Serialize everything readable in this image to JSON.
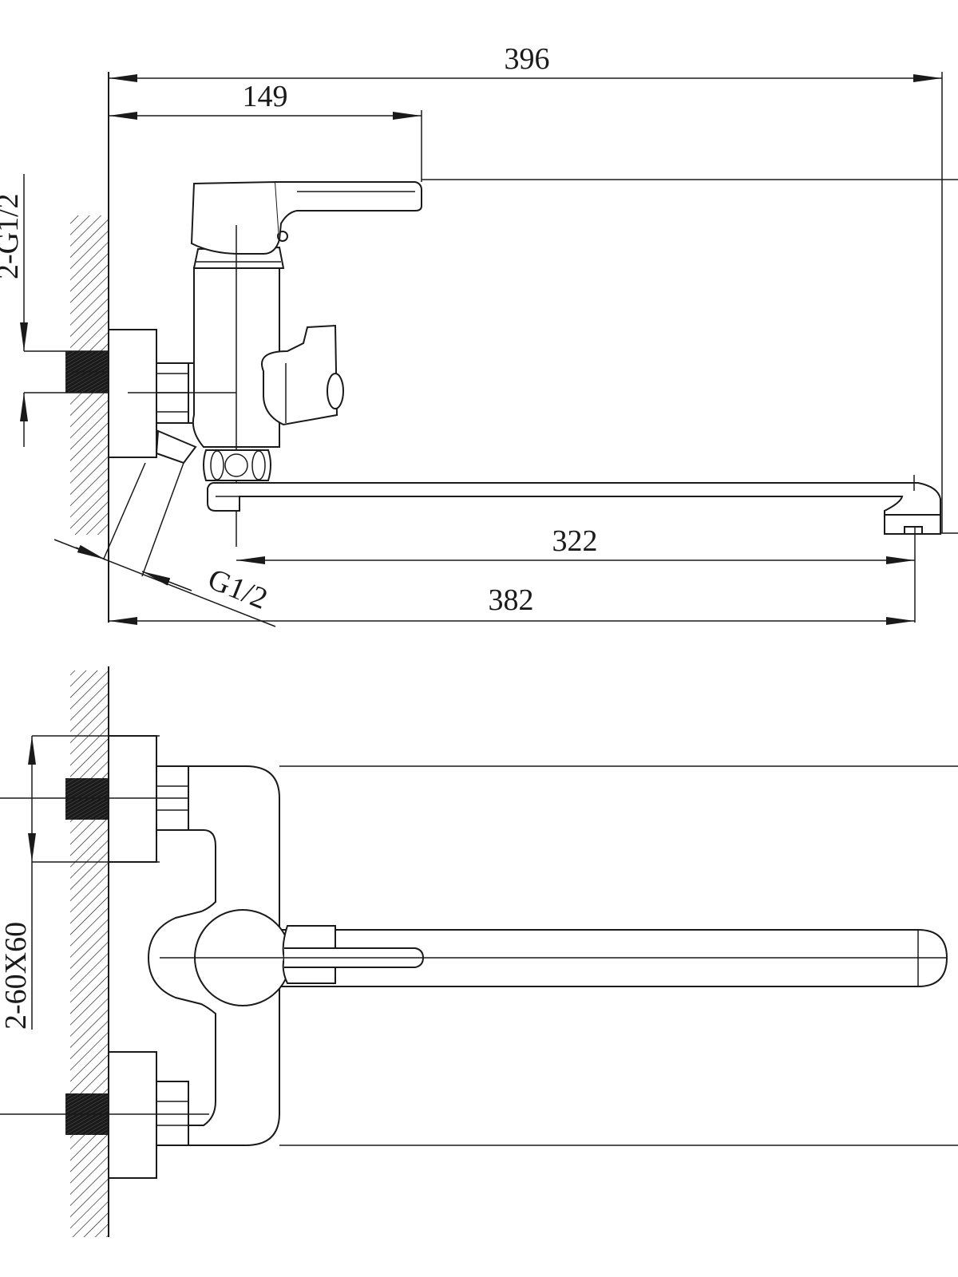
{
  "dimensions": {
    "overall_height": "396",
    "handle_offset": "149",
    "spout_reach": "322",
    "overall_depth": "382",
    "inlet_thread_top": "2-G1/2",
    "outlet_thread": "G1/2",
    "mounting_spacing": "2-60X60"
  }
}
